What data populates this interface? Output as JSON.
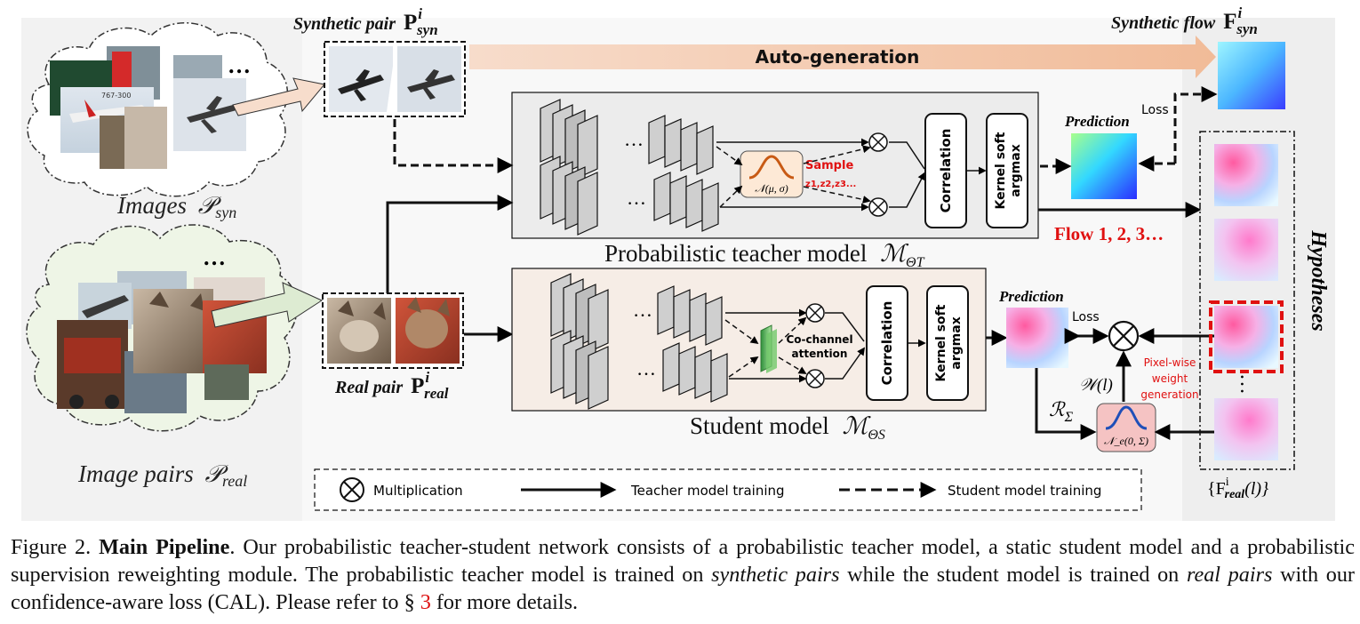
{
  "figure": {
    "synthetic_pair_label": "Synthetic pair",
    "synthetic_pair_symbol": "P",
    "synthetic_pair_sup": "i",
    "synthetic_pair_sub": "syn",
    "auto_generation": "Auto-generation",
    "synthetic_flow_label": "Synthetic flow",
    "synthetic_flow_symbol": "F",
    "synthetic_flow_sup": "i",
    "synthetic_flow_sub": "syn",
    "images_syn_label": "Images",
    "images_syn_math": "𝒫",
    "images_syn_sub": "syn",
    "image_pairs_label": "Image pairs",
    "image_pairs_math": "𝒫",
    "image_pairs_sub": "real",
    "real_pair_label": "Real pair",
    "real_pair_symbol": "P",
    "real_pair_sup": "i",
    "real_pair_sub": "real",
    "ellipsis": "…",
    "plane_tail": "767-300",
    "teacher": {
      "normal_label": "𝒩(μ, σ)",
      "sample_label": "Sample",
      "sample_values": "z1,z2,z3...",
      "correlation": "Correlation",
      "kernel": [
        "Kernel soft",
        "argmax"
      ],
      "title": "Probabilistic teacher model",
      "title_math": "ℳ",
      "title_sub": "ΘT",
      "flows": "Flow 1, 2, 3…"
    },
    "student": {
      "attention": [
        "Co-channel",
        "attention"
      ],
      "correlation": "Correlation",
      "kernel": [
        "Kernel soft",
        "argmax"
      ],
      "title": "Student model",
      "title_math": "ℳ",
      "title_sub": "ΘS"
    },
    "prediction_teacher": "Prediction",
    "prediction_student": "Prediction",
    "loss_teacher": "Loss",
    "loss_student": "Loss",
    "hypotheses": "Hypotheses",
    "hypotheses_set": "{F",
    "hypotheses_set_sup": "i",
    "hypotheses_set_sub": "real",
    "hypotheses_set_tail": "(l)}",
    "weight_label": "𝒲(l)",
    "pixel_wise": [
      "Pixel-wise",
      "weight",
      "generation"
    ],
    "r_sigma": "ℛ",
    "r_sigma_sub": "Σ",
    "ne_label": "𝒩_e(0, Σ)",
    "legend": {
      "multiplication": "Multiplication",
      "teacher_training": "Teacher model training",
      "student_training": "Student model training"
    }
  },
  "caption": {
    "prefix": "Figure 2. ",
    "title": "Main Pipeline",
    "part1": ". Our probabilistic teacher-student network consists of a probabilistic teacher model, a static student model and a probabilistic supervision reweighting module. The probabilistic teacher model is trained on ",
    "italic1": "synthetic pairs",
    "part2": " while the student model is trained on ",
    "italic2": "real pairs",
    "part3": " with our confidence-aware loss (CAL). Please refer to § ",
    "ref": "3",
    "part4": " for more details."
  },
  "colors": {
    "teacher_bg": "#ececec",
    "student_bg": "#f6ede6",
    "flow_red": "#e01010",
    "arrow_orange": "#f3c9ad",
    "cloud_green": "#eef5e6"
  }
}
